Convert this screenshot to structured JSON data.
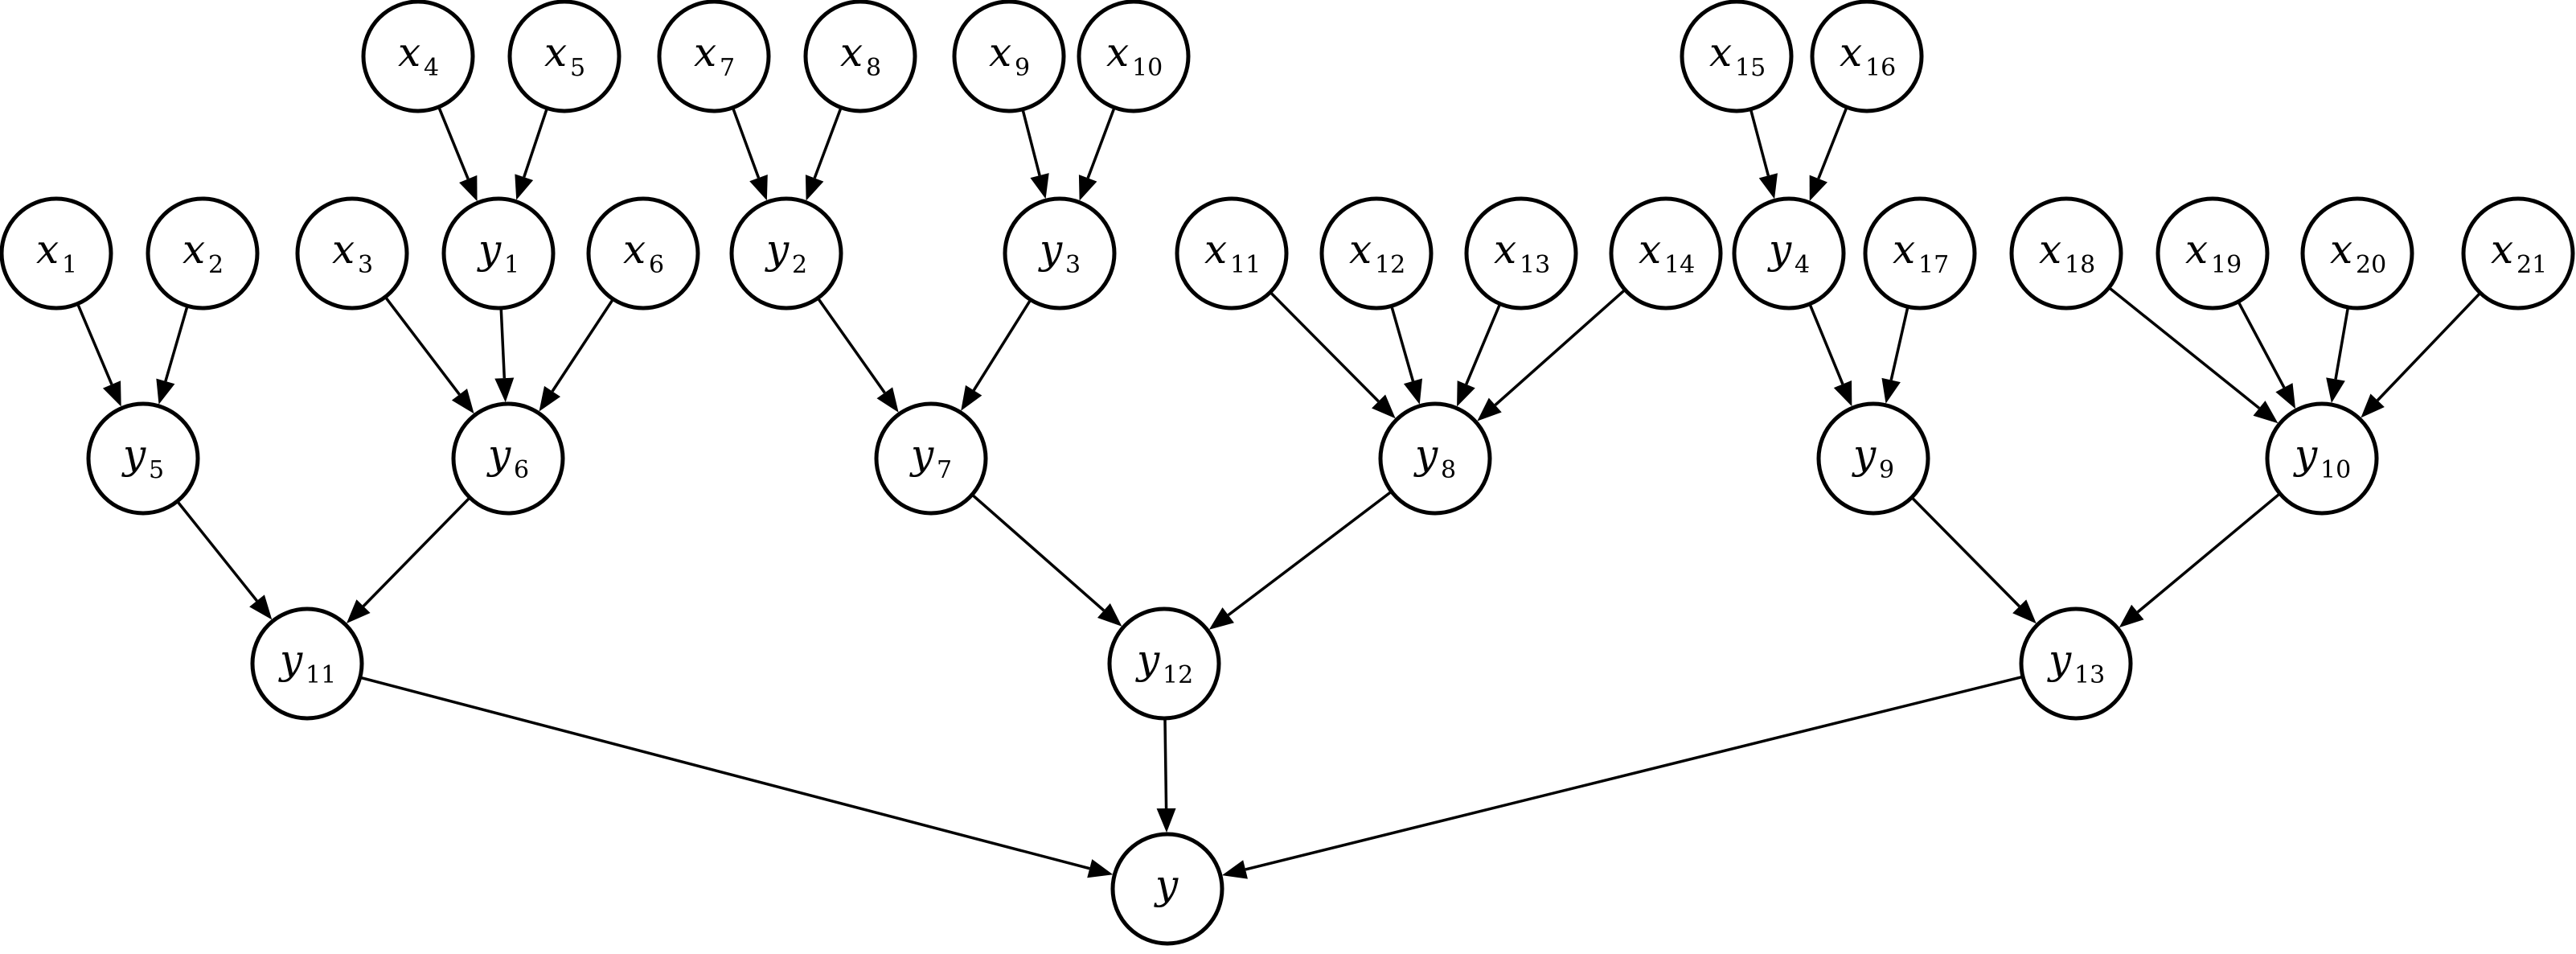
{
  "colors": {
    "background": "#ffffff",
    "stroke": "#000000",
    "node_fill": "#ffffff"
  },
  "nodes": [
    {
      "id": "x4",
      "base": "x",
      "sub": "4"
    },
    {
      "id": "x5",
      "base": "x",
      "sub": "5"
    },
    {
      "id": "x7",
      "base": "x",
      "sub": "7"
    },
    {
      "id": "x8",
      "base": "x",
      "sub": "8"
    },
    {
      "id": "x9",
      "base": "x",
      "sub": "9"
    },
    {
      "id": "x10",
      "base": "x",
      "sub": "10"
    },
    {
      "id": "x15",
      "base": "x",
      "sub": "15"
    },
    {
      "id": "x16",
      "base": "x",
      "sub": "16"
    },
    {
      "id": "x1",
      "base": "x",
      "sub": "1"
    },
    {
      "id": "x2",
      "base": "x",
      "sub": "2"
    },
    {
      "id": "x3",
      "base": "x",
      "sub": "3"
    },
    {
      "id": "y1",
      "base": "y",
      "sub": "1"
    },
    {
      "id": "x6",
      "base": "x",
      "sub": "6"
    },
    {
      "id": "y2",
      "base": "y",
      "sub": "2"
    },
    {
      "id": "y3",
      "base": "y",
      "sub": "3"
    },
    {
      "id": "x11",
      "base": "x",
      "sub": "11"
    },
    {
      "id": "x12",
      "base": "x",
      "sub": "12"
    },
    {
      "id": "x13",
      "base": "x",
      "sub": "13"
    },
    {
      "id": "x14",
      "base": "x",
      "sub": "14"
    },
    {
      "id": "y4",
      "base": "y",
      "sub": "4"
    },
    {
      "id": "x17",
      "base": "x",
      "sub": "17"
    },
    {
      "id": "x18",
      "base": "x",
      "sub": "18"
    },
    {
      "id": "x19",
      "base": "x",
      "sub": "19"
    },
    {
      "id": "x20",
      "base": "x",
      "sub": "20"
    },
    {
      "id": "x21",
      "base": "x",
      "sub": "21"
    },
    {
      "id": "y5",
      "base": "y",
      "sub": "5"
    },
    {
      "id": "y6",
      "base": "y",
      "sub": "6"
    },
    {
      "id": "y7",
      "base": "y",
      "sub": "7"
    },
    {
      "id": "y8",
      "base": "y",
      "sub": "8"
    },
    {
      "id": "y9",
      "base": "y",
      "sub": "9"
    },
    {
      "id": "y10",
      "base": "y",
      "sub": "10"
    },
    {
      "id": "y11",
      "base": "y",
      "sub": "11"
    },
    {
      "id": "y12",
      "base": "y",
      "sub": "12"
    },
    {
      "id": "y13",
      "base": "y",
      "sub": "13"
    },
    {
      "id": "y",
      "base": "y",
      "sub": ""
    }
  ],
  "edges": [
    [
      "x4",
      "y1"
    ],
    [
      "x5",
      "y1"
    ],
    [
      "x7",
      "y2"
    ],
    [
      "x8",
      "y2"
    ],
    [
      "x9",
      "y3"
    ],
    [
      "x10",
      "y3"
    ],
    [
      "x15",
      "y4"
    ],
    [
      "x16",
      "y4"
    ],
    [
      "x1",
      "y5"
    ],
    [
      "x2",
      "y5"
    ],
    [
      "x3",
      "y6"
    ],
    [
      "y1",
      "y6"
    ],
    [
      "x6",
      "y6"
    ],
    [
      "y2",
      "y7"
    ],
    [
      "y3",
      "y7"
    ],
    [
      "x11",
      "y8"
    ],
    [
      "x12",
      "y8"
    ],
    [
      "x13",
      "y8"
    ],
    [
      "x14",
      "y8"
    ],
    [
      "y4",
      "y9"
    ],
    [
      "x17",
      "y9"
    ],
    [
      "x18",
      "y10"
    ],
    [
      "x19",
      "y10"
    ],
    [
      "x20",
      "y10"
    ],
    [
      "x21",
      "y10"
    ],
    [
      "y5",
      "y11"
    ],
    [
      "y6",
      "y11"
    ],
    [
      "y7",
      "y12"
    ],
    [
      "y8",
      "y12"
    ],
    [
      "y9",
      "y13"
    ],
    [
      "y10",
      "y13"
    ],
    [
      "y11",
      "y"
    ],
    [
      "y12",
      "y"
    ],
    [
      "y13",
      "y"
    ]
  ]
}
